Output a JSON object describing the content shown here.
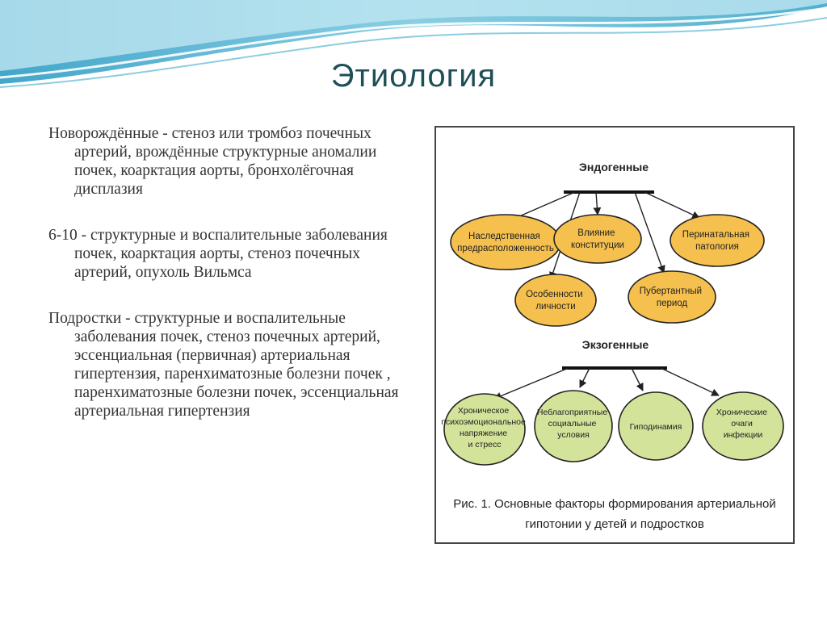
{
  "title": "Этиология",
  "paragraphs": [
    "Новорождённые - стеноз или тромбоз почечных артерий, врождённые структурные аномалии почек, коарктация аорты, бронхолёгочная дисплазия",
    "6-10 - структурные и воспалительные заболевания почек, коарктация аорты, стеноз почечных артерий, опухоль Вильмса",
    "Подростки - структурные и воспалительные заболевания почек, стеноз почечных артерий, эссенциальная (первичная) артериальная гипертензия, паренхиматозные болезни почек , паренхиматозные болезни почек, эссенциальная артериальная гипертензия"
  ],
  "diagram": {
    "endogenous_label": "Эндогенные",
    "exogenous_label": "Экзогенные",
    "endogenous_nodes": [
      [
        "Наследственная",
        "предрасположенность"
      ],
      [
        "Влияние",
        "конституции"
      ],
      [
        "Перинатальная",
        "патология"
      ],
      [
        "Особенности",
        "личности"
      ],
      [
        "Пубертантный",
        "период"
      ]
    ],
    "exogenous_nodes": [
      [
        "Хроническое",
        "психоэмоциональное",
        "напряжение",
        "и стресс"
      ],
      [
        "Неблагоприятные",
        "социальные",
        "условия"
      ],
      [
        "Гиподинамия"
      ],
      [
        "Хронические",
        "очаги",
        "инфекции"
      ]
    ],
    "caption_lines": [
      "Рис. 1. Основные факторы формирования артериальной",
      "гипотонии у детей и подростков"
    ],
    "colors": {
      "endogenous_fill": "#f5c04e",
      "exogenous_fill": "#d4e39a",
      "title": "#1e4e57",
      "wave": "#3fa7c9"
    }
  }
}
